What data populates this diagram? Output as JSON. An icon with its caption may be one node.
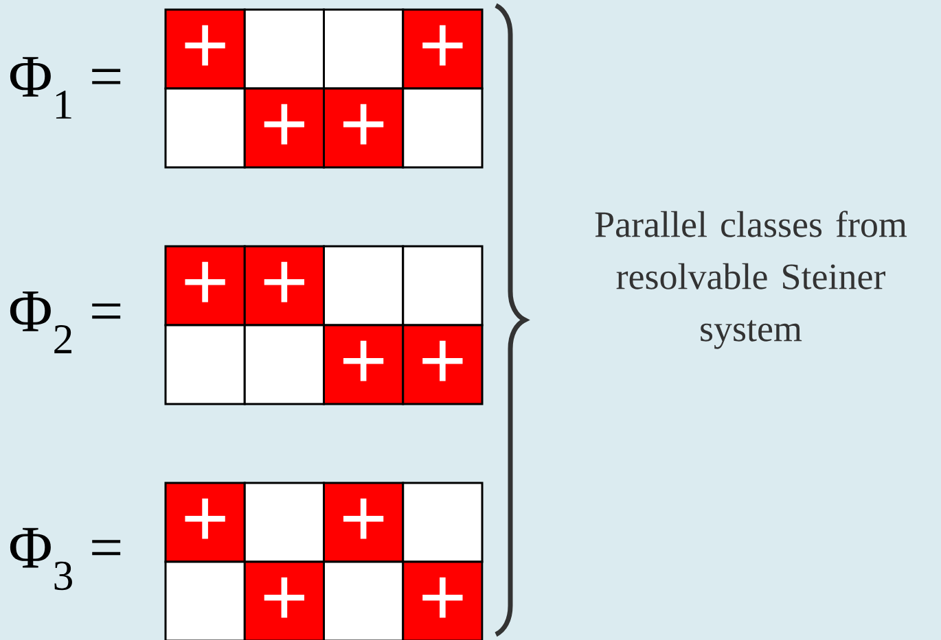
{
  "diagram": {
    "nodes": [
      {
        "text": [
          "+"
        ]
      },
      {
        "text": [],
        "shape": "box"
      },
      {
        "text": [],
        "shape": "box"
      },
      {
        "text": [
          "+"
        ]
      },
      {
        "text": [],
        "shape": "box"
      },
      {
        "text": [
          "+"
        ]
      },
      {
        "text": [
          "+"
        ]
      },
      {
        "text": [],
        "shape": "box"
      },
      {
        "text": [
          "+"
        ]
      },
      {
        "text": [
          "+"
        ]
      },
      {
        "text": [],
        "shape": "box"
      },
      {
        "text": [],
        "shape": "box"
      },
      {
        "text": [],
        "shape": "box"
      },
      {
        "text": [],
        "shape": "box"
      },
      {
        "text": [
          "+"
        ]
      },
      {
        "text": [
          "+"
        ]
      },
      {
        "text": [
          "+"
        ]
      },
      {
        "text": [],
        "shape": "box"
      },
      {
        "text": [
          "+"
        ]
      },
      {
        "text": [],
        "shape": "box"
      },
      {
        "text": [],
        "shape": "box"
      },
      {
        "text": [
          "+"
        ]
      },
      {
        "text": [],
        "shape": "box"
      },
      {
        "text": [
          "+"
        ]
      }
    ],
    "labels": [
      "Φ$_{1}$ =",
      "Φ$_{2}$ =",
      "Φ$_{3}$ =",
      "Parallel classes from resolvable Steiner system"
    ]
  }
}
